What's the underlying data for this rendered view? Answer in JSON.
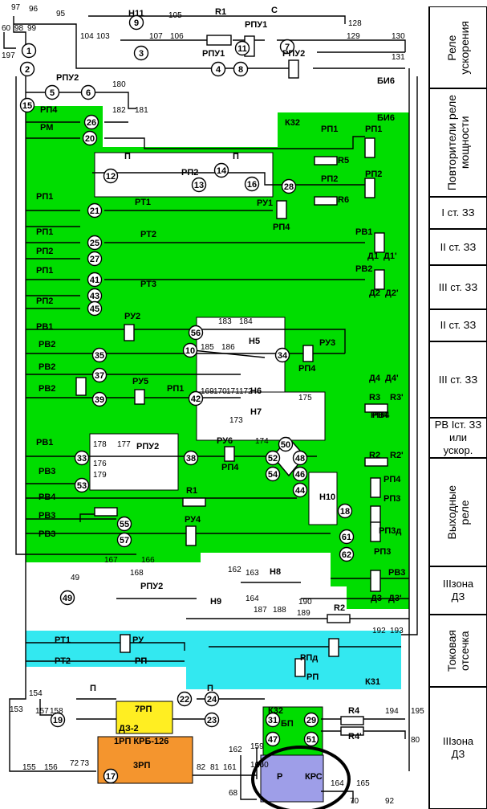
{
  "sections": [
    {
      "id": "accel",
      "label": "Реле\nускорения"
    },
    {
      "id": "power",
      "label": "Повторители реле\nмощности"
    },
    {
      "id": "z1",
      "label": "I ст. ЗЗ"
    },
    {
      "id": "z2a",
      "label": "II ст. ЗЗ"
    },
    {
      "id": "z3a",
      "label": "III ст. ЗЗ"
    },
    {
      "id": "z2b",
      "label": "II ст. ЗЗ"
    },
    {
      "id": "z3b",
      "label": "III ст. ЗЗ"
    },
    {
      "id": "rv",
      "label": "РВ Iст. ЗЗ\nили\nускор."
    },
    {
      "id": "out",
      "label": "Выходные\nреле"
    },
    {
      "id": "dz3",
      "label": "IIIзона\nДЗ"
    },
    {
      "id": "cut",
      "label": "Токовая\nотсечка"
    },
    {
      "id": "dz3b",
      "label": "IIIзона\nДЗ"
    }
  ],
  "colors": {
    "green": "#00dd00",
    "cyan": "#33e8f0",
    "yellow": "#ffee22",
    "orange": "#f4952e",
    "purple": "#9e9ee8",
    "wire": "#000000"
  },
  "terminals": [
    "1",
    "2",
    "3",
    "4",
    "5",
    "6",
    "7",
    "8",
    "9",
    "10",
    "11",
    "12",
    "13",
    "14",
    "15",
    "16",
    "17",
    "18",
    "19",
    "20",
    "21",
    "22",
    "23",
    "24",
    "25",
    "26",
    "27",
    "28",
    "29",
    "31",
    "33",
    "34",
    "35",
    "37",
    "38",
    "39",
    "41",
    "42",
    "43",
    "44",
    "45",
    "46",
    "47",
    "48",
    "49",
    "50",
    "51",
    "52",
    "53",
    "54",
    "55",
    "56",
    "57",
    "61",
    "62"
  ],
  "labels": [
    {
      "t": "97"
    },
    {
      "t": "96"
    },
    {
      "t": "95"
    },
    {
      "t": "60"
    },
    {
      "t": "98"
    },
    {
      "t": "99"
    },
    {
      "t": "197"
    },
    {
      "t": "Н11"
    },
    {
      "t": "105"
    },
    {
      "t": "R1"
    },
    {
      "t": "С"
    },
    {
      "t": "128"
    },
    {
      "t": "104"
    },
    {
      "t": "103"
    },
    {
      "t": "107"
    },
    {
      "t": "106"
    },
    {
      "t": "РПУ1"
    },
    {
      "t": "129"
    },
    {
      "t": "130"
    },
    {
      "t": "БИ6"
    },
    {
      "t": "РПУ1"
    },
    {
      "t": "РПУ2"
    },
    {
      "t": "131"
    },
    {
      "t": "БИ6"
    },
    {
      "t": "РПУ2"
    },
    {
      "t": "180"
    },
    {
      "t": "182"
    },
    {
      "t": "181"
    },
    {
      "t": "РП4"
    },
    {
      "t": "РМ"
    },
    {
      "t": "К32"
    },
    {
      "t": "РП1"
    },
    {
      "t": "РП1"
    },
    {
      "t": "R5"
    },
    {
      "t": "П"
    },
    {
      "t": "П"
    },
    {
      "t": "РП2"
    },
    {
      "t": "РП2"
    },
    {
      "t": "РП2"
    },
    {
      "t": "R6"
    },
    {
      "t": "РП1"
    },
    {
      "t": "РТ1"
    },
    {
      "t": "РУ1"
    },
    {
      "t": "РП4"
    },
    {
      "t": "РП1"
    },
    {
      "t": "РТ2"
    },
    {
      "t": "РВ1"
    },
    {
      "t": "РП2"
    },
    {
      "t": "Д1"
    },
    {
      "t": "Д1'"
    },
    {
      "t": "РП1"
    },
    {
      "t": "РТ3"
    },
    {
      "t": "РВ2"
    },
    {
      "t": "РП2"
    },
    {
      "t": "Д2"
    },
    {
      "t": "Д2'"
    },
    {
      "t": "РВ1"
    },
    {
      "t": "РУ2"
    },
    {
      "t": "183"
    },
    {
      "t": "184"
    },
    {
      "t": "185"
    },
    {
      "t": "186"
    },
    {
      "t": "Н5"
    },
    {
      "t": "РУ3"
    },
    {
      "t": "РВ2"
    },
    {
      "t": "РП4"
    },
    {
      "t": "РВ2"
    },
    {
      "t": "РУ5"
    },
    {
      "t": "РП1"
    },
    {
      "t": "Д4"
    },
    {
      "t": "Д4'"
    },
    {
      "t": "РВ2"
    },
    {
      "t": "169"
    },
    {
      "t": "170"
    },
    {
      "t": "171"
    },
    {
      "t": "172"
    },
    {
      "t": "Н6"
    },
    {
      "t": "175"
    },
    {
      "t": "R3"
    },
    {
      "t": "R3'"
    },
    {
      "t": "РП4"
    },
    {
      "t": "173"
    },
    {
      "t": "Н7"
    },
    {
      "t": "РВ4"
    },
    {
      "t": "178"
    },
    {
      "t": "177"
    },
    {
      "t": "РПУ2"
    },
    {
      "t": "РВ1"
    },
    {
      "t": "РУ6"
    },
    {
      "t": "174"
    },
    {
      "t": "176"
    },
    {
      "t": "179"
    },
    {
      "t": "R2"
    },
    {
      "t": "R2'"
    },
    {
      "t": "РВ3"
    },
    {
      "t": "РП4"
    },
    {
      "t": "РП4"
    },
    {
      "t": "РВ4"
    },
    {
      "t": "R1"
    },
    {
      "t": "Н10"
    },
    {
      "t": "РП3"
    },
    {
      "t": "РВ3"
    },
    {
      "t": "РВ3"
    },
    {
      "t": "РУ4"
    },
    {
      "t": "РП3д"
    },
    {
      "t": "РП3"
    },
    {
      "t": "167"
    },
    {
      "t": "166"
    },
    {
      "t": "49"
    },
    {
      "t": "168"
    },
    {
      "t": "162"
    },
    {
      "t": "163"
    },
    {
      "t": "Н8"
    },
    {
      "t": "164"
    },
    {
      "t": "РВ3"
    },
    {
      "t": "Д3"
    },
    {
      "t": "Д3'"
    },
    {
      "t": "РПУ2"
    },
    {
      "t": "Н9"
    },
    {
      "t": "190"
    },
    {
      "t": "187"
    },
    {
      "t": "188"
    },
    {
      "t": "189"
    },
    {
      "t": "R2"
    },
    {
      "t": "192"
    },
    {
      "t": "193"
    },
    {
      "t": "РТ1"
    },
    {
      "t": "РУ"
    },
    {
      "t": "РП"
    },
    {
      "t": "РТ2"
    },
    {
      "t": "РП"
    },
    {
      "t": "РПд"
    },
    {
      "t": "РП"
    },
    {
      "t": "К31"
    },
    {
      "t": "154"
    },
    {
      "t": "П"
    },
    {
      "t": "П"
    },
    {
      "t": "153"
    },
    {
      "t": "157"
    },
    {
      "t": "158"
    },
    {
      "t": "7РП"
    },
    {
      "t": "ДЗ-2"
    },
    {
      "t": "К32"
    },
    {
      "t": "БП"
    },
    {
      "t": "R4"
    },
    {
      "t": "R4'"
    },
    {
      "t": "194"
    },
    {
      "t": "195"
    },
    {
      "t": "80"
    },
    {
      "t": "1РП КРБ-126"
    },
    {
      "t": "3РП"
    },
    {
      "t": "162"
    },
    {
      "t": "159"
    },
    {
      "t": "160"
    },
    {
      "t": "155"
    },
    {
      "t": "156"
    },
    {
      "t": "72"
    },
    {
      "t": "73"
    },
    {
      "t": "82"
    },
    {
      "t": "81"
    },
    {
      "t": "161"
    },
    {
      "t": "160"
    },
    {
      "t": "Р"
    },
    {
      "t": "КРС"
    },
    {
      "t": "164"
    },
    {
      "t": "165"
    },
    {
      "t": "68"
    },
    {
      "t": "70"
    },
    {
      "t": "92"
    }
  ]
}
